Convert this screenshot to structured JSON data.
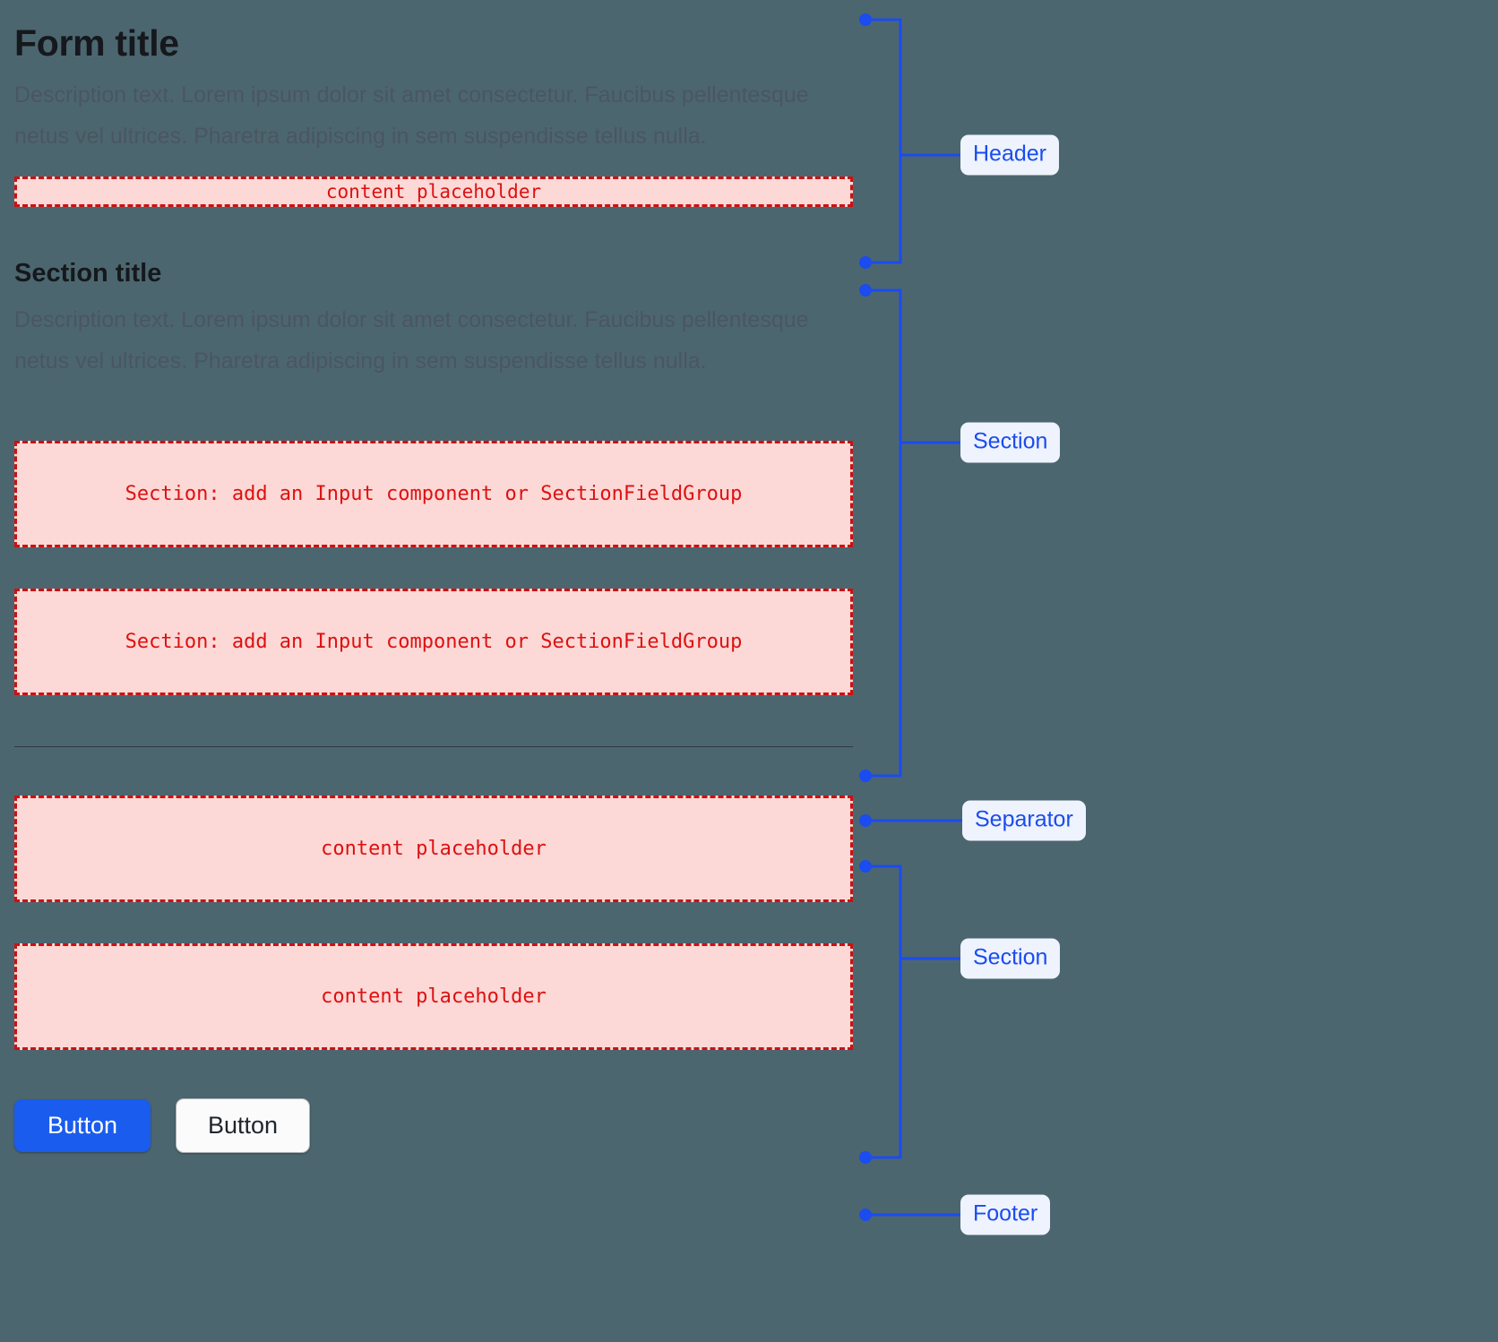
{
  "page": {
    "background_color": "#4c6670",
    "accent_color": "#1a4cf0",
    "placeholder_color": "#dd1111",
    "placeholder_bg": "#fcd8d6"
  },
  "header": {
    "title": "Form title",
    "description": "Description text. Lorem ipsum dolor sit amet consectetur. Faucibus pellentesque netus vel ultrices. Pharetra adipiscing in sem suspendisse tellus nulla.",
    "placeholder": "content placeholder"
  },
  "section_one": {
    "title": "Section title",
    "description": "Description text. Lorem ipsum dolor sit amet consectetur. Faucibus pellentesque netus vel ultrices. Pharetra adipiscing in sem suspendisse tellus nulla.",
    "field_placeholder_1": "Section: add an Input component or SectionFieldGroup",
    "field_placeholder_2": "Section: add an Input component or SectionFieldGroup"
  },
  "section_two": {
    "placeholder_1": "content placeholder",
    "placeholder_2": "content placeholder"
  },
  "footer": {
    "primary_button": "Button",
    "secondary_button": "Button"
  },
  "annotations": {
    "header": "Header",
    "section_one": "Section",
    "separator": "Separator",
    "section_two": "Section",
    "footer": "Footer"
  }
}
